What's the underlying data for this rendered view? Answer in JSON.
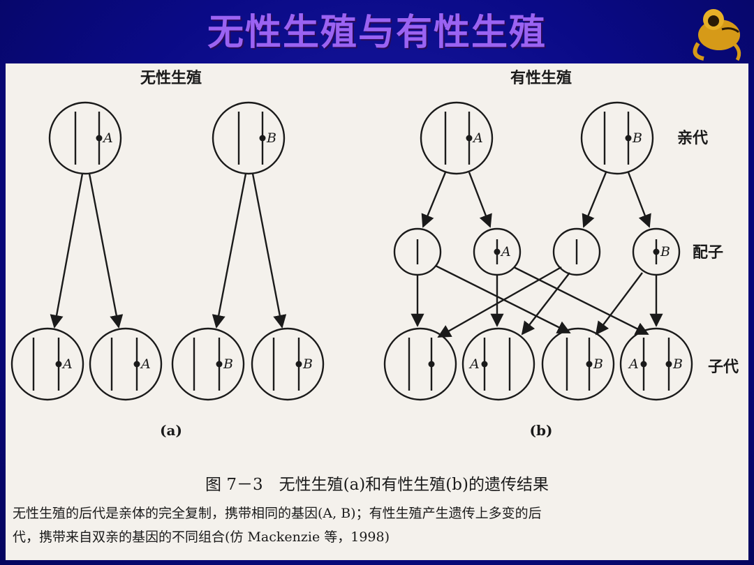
{
  "slide": {
    "title": "无性生殖与有性生殖"
  },
  "figure": {
    "heading_a": "无性生殖",
    "heading_b": "有性生殖",
    "label_parent": "亲代",
    "label_gamete": "配子",
    "label_offspring": "子代",
    "panel_a_label": "(a)",
    "panel_b_label": "(b)",
    "gene_a": "A",
    "gene_b": "B",
    "caption": "图 7－3　无性生殖(a)和有性生殖(b)的遗传结果",
    "description_line1": "无性生殖的后代是亲体的完全复制，携带相同的基因(A, B)；有性生殖产生遗传上多变的后",
    "description_line2": "代，携带来自双亲的基因的不同组合(仿 Mackenzie 等，1998)"
  },
  "colors": {
    "title": "#9b63f2",
    "background": "#0a0a8a",
    "panel": "#f4f1ec",
    "ink": "#1a1a1a"
  },
  "icons": {
    "logo": "monkey-logo-icon"
  }
}
